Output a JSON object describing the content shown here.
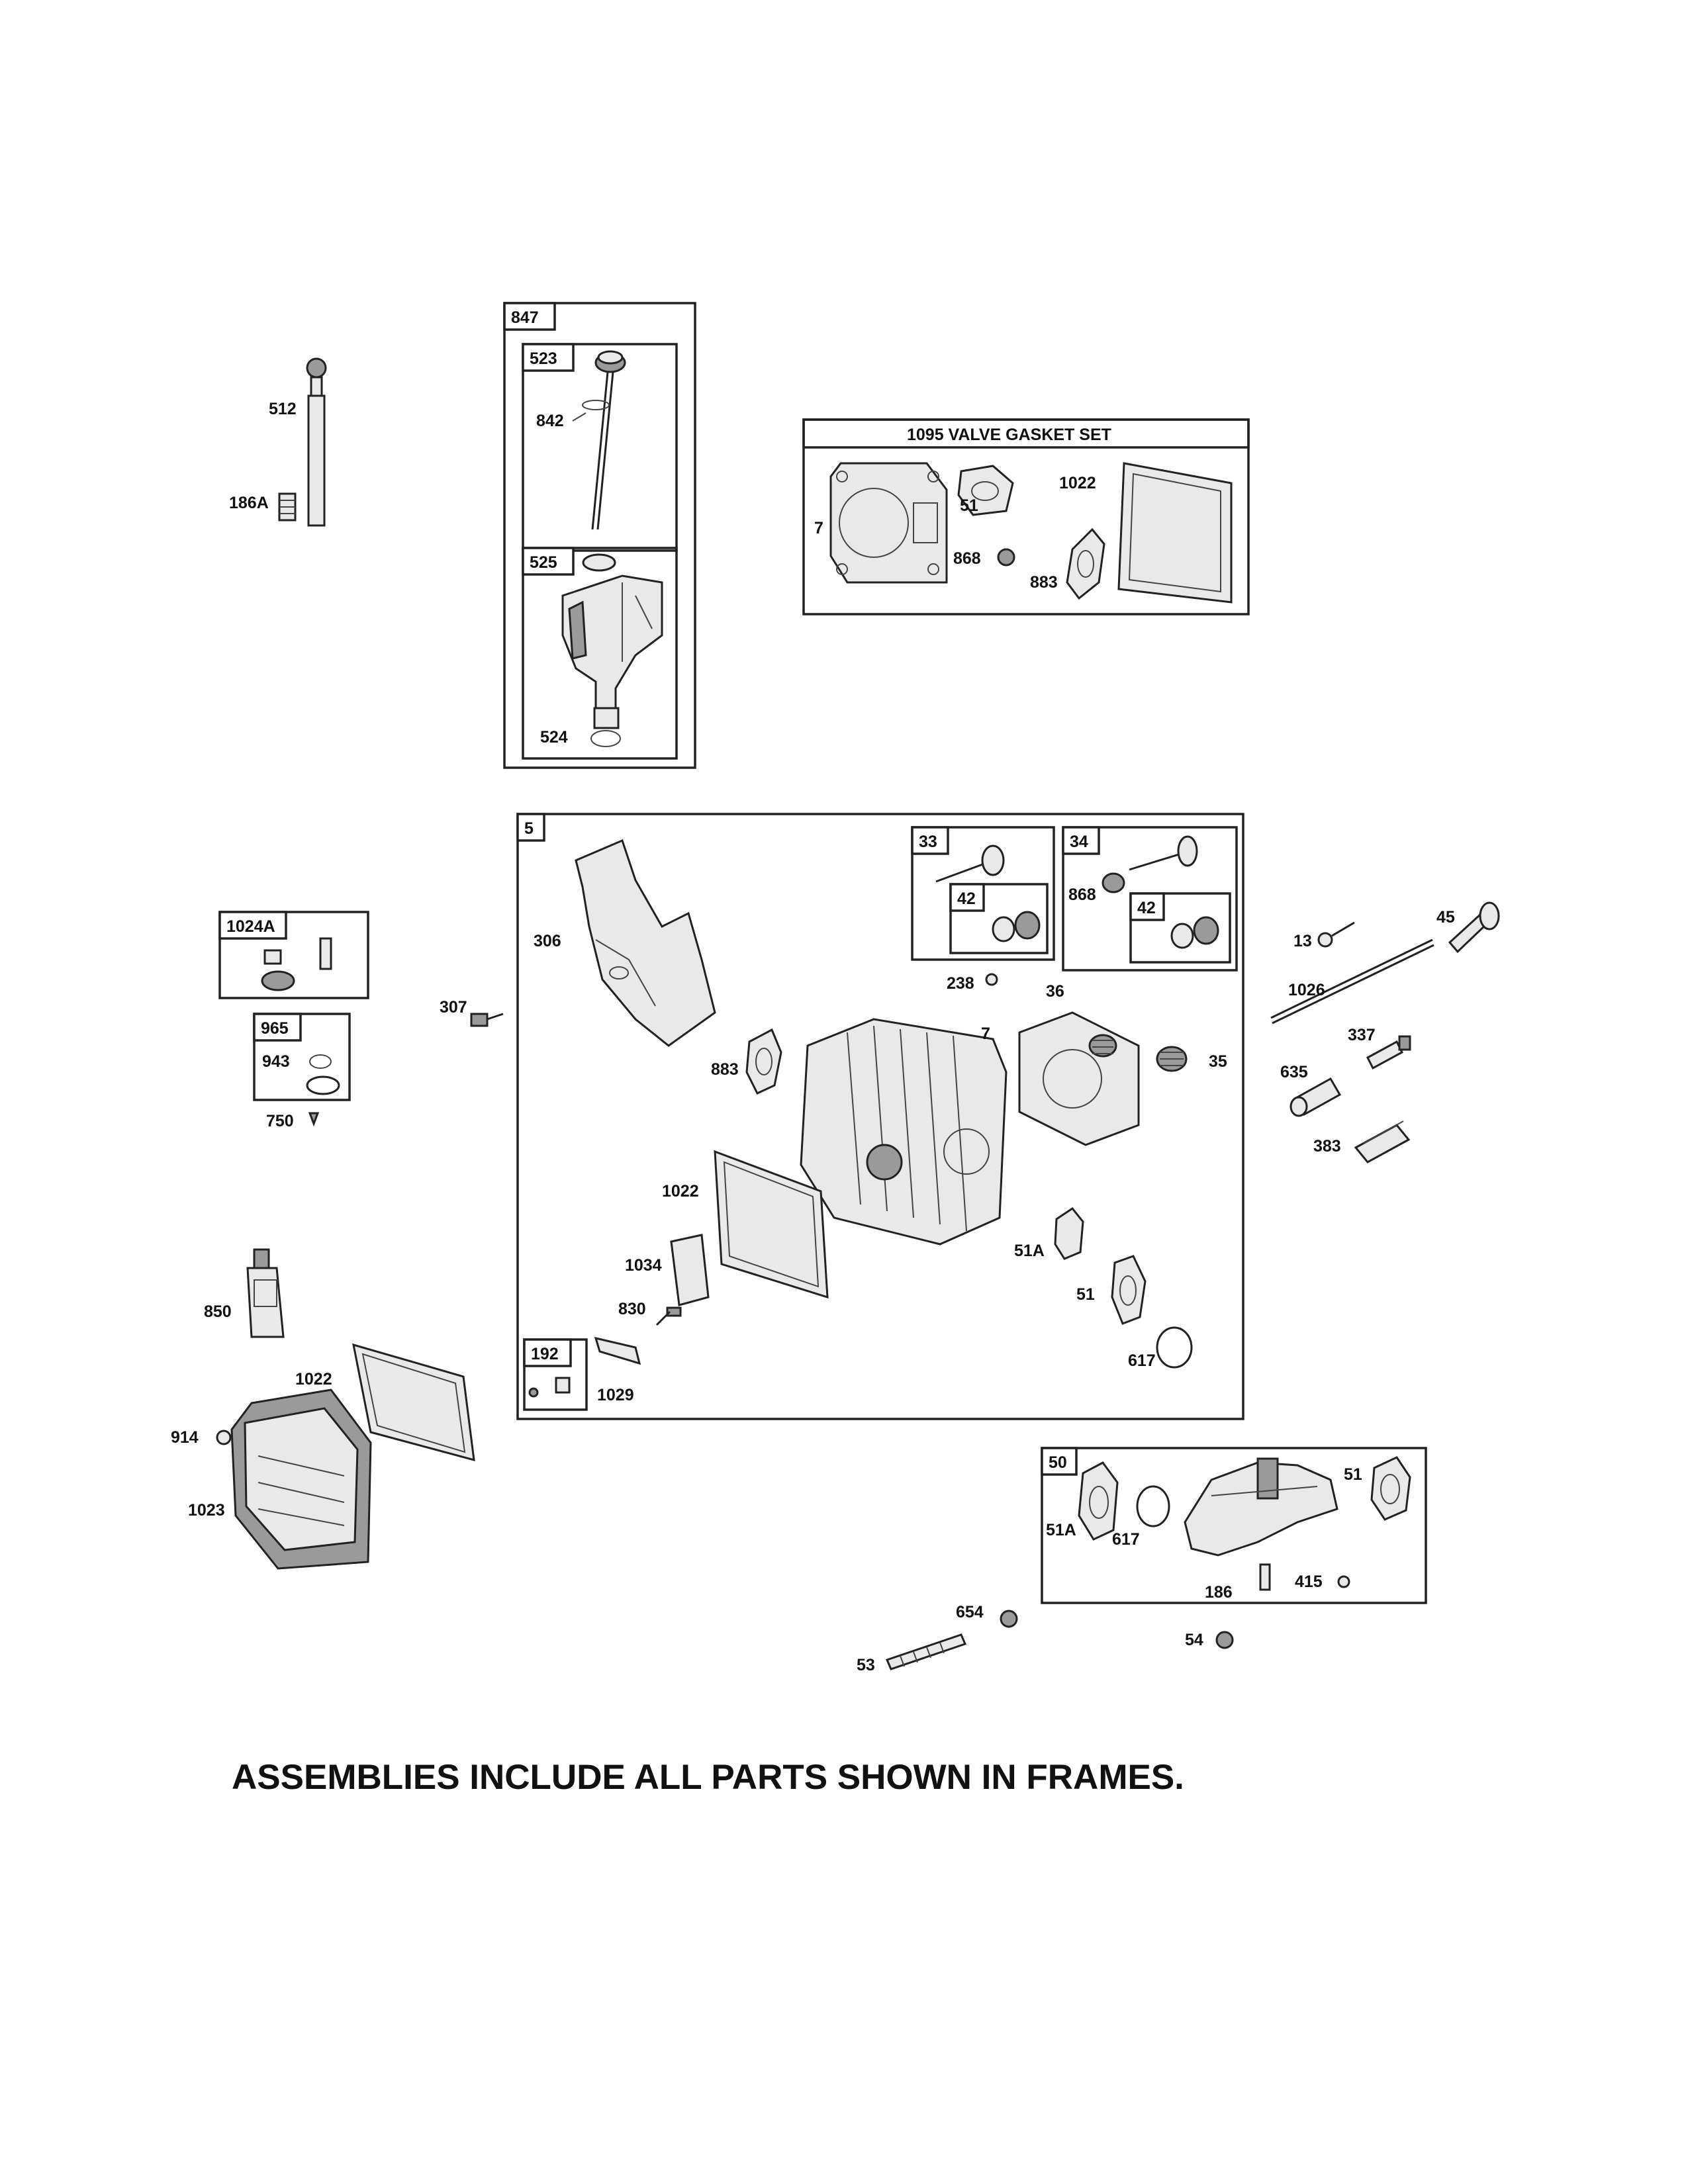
{
  "frames": {
    "f847": "847",
    "f523": "523",
    "f525": "525",
    "f1095": "1095 VALVE GASKET SET",
    "f5": "5",
    "f33": "33",
    "f42a": "42",
    "f34": "34",
    "f42b": "42",
    "f1024A": "1024A",
    "f965": "965",
    "f192": "192",
    "f50": "50"
  },
  "callouts": {
    "c512": "512",
    "c186A": "186A",
    "c842": "842",
    "c524": "524",
    "c7a": "7",
    "c51a": "51",
    "c1022a": "1022",
    "c868a": "868",
    "c883a": "883",
    "c306": "306",
    "c307": "307",
    "c868b": "868",
    "c238": "238",
    "c36": "36",
    "c7b": "7",
    "c35": "35",
    "c883b": "883",
    "c1022b": "1022",
    "c1034": "1034",
    "c830": "830",
    "c1029": "1029",
    "c51A_a": "51A",
    "c51b": "51",
    "c617a": "617",
    "c943": "943",
    "c750": "750",
    "c13": "13",
    "c45": "45",
    "c1026": "1026",
    "c337": "337",
    "c635": "635",
    "c383": "383",
    "c850": "850",
    "c1022c": "1022",
    "c914": "914",
    "c1023": "1023",
    "c51A_b": "51A",
    "c617b": "617",
    "c51c": "51",
    "c186": "186",
    "c415": "415",
    "c654": "654",
    "c53": "53",
    "c54": "54"
  },
  "footer_note": "ASSEMBLIES INCLUDE ALL PARTS SHOWN IN FRAMES."
}
